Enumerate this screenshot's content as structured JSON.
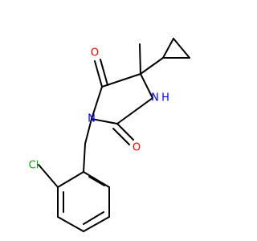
{
  "molecule": {
    "atoms": {
      "n_ring": "N",
      "nh": "H",
      "nh_n": "N",
      "o_top": "O",
      "o_bottom": "O",
      "cl": "Cl"
    },
    "colors": {
      "bond": "#000000",
      "oxygen": "#ff0000",
      "nitrogen": "#0000ff",
      "chlorine": "#00b000",
      "carbon": "#000000"
    }
  }
}
